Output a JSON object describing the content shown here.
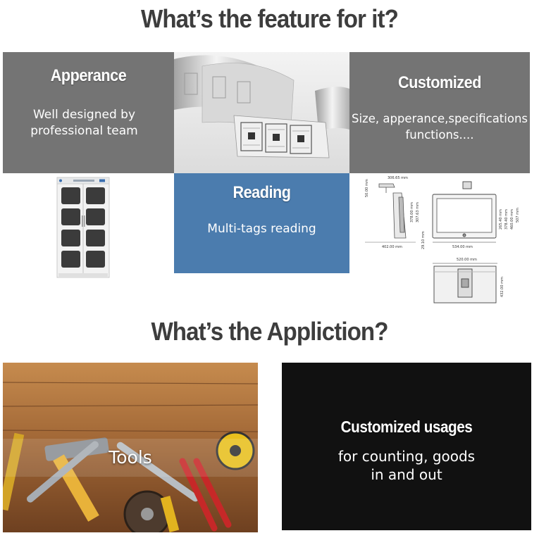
{
  "headings": {
    "features": "What’s  the feature for it?",
    "application": "What’s  the Appliction?"
  },
  "features": {
    "appearance": {
      "title": "Apperance",
      "lines": [
        "Well designed by",
        "professional team"
      ]
    },
    "customized": {
      "title": "Customized",
      "lines": [
        "Size, apperance,specifications",
        "functions...."
      ]
    },
    "reading": {
      "title": "Reading",
      "lines": [
        "Multi-tags reading"
      ]
    },
    "images": {
      "labels": "rfid-label-rolls-photo",
      "cabinet": "rfid-cabinet-photo",
      "drawing": "dimension-drawing"
    }
  },
  "drawing_labels": {
    "top_width": "306.65 mm",
    "side_width": "402.00 mm",
    "front_width": "534.00 mm",
    "bottom_width": "520.00 mm",
    "small_h": "50.00 mm",
    "offset": "29.10 mm",
    "h1": "378.00 mm",
    "h2": "307.63 mm",
    "h3": "265.40 mm",
    "h4": "378.40 mm",
    "h5": "460.00 mm",
    "h6": "507 mm",
    "depth": "432.00 mm"
  },
  "application": {
    "tools": {
      "label": "Tools"
    },
    "usage": {
      "title": "Customized usages",
      "lines": [
        "for counting, goods",
        "in and out"
      ]
    }
  },
  "colors": {
    "heading": "#3d3d3d",
    "gray_panel": "#747474",
    "blue_panel": "#4b7cae",
    "black_panel": "#111111"
  }
}
